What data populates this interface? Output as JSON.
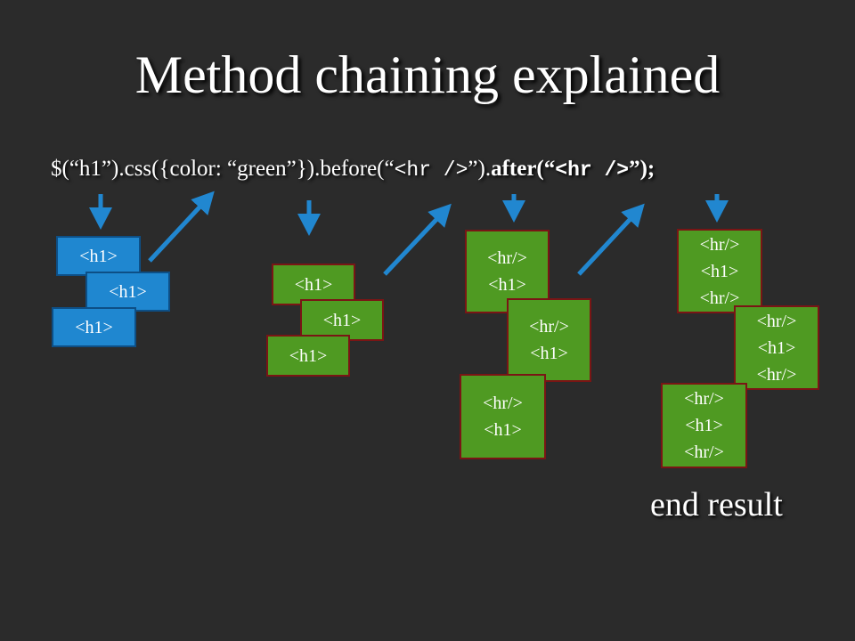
{
  "slide": {
    "title": "Method chaining explained",
    "code": {
      "part1": "$(“h1”).css({color: “green”}).before(“",
      "tag1": "<hr />",
      "part2": "”).",
      "part3": "after(“",
      "tag2": "<hr />",
      "part4": "”);"
    },
    "end_label": "end result"
  },
  "stages": [
    {
      "style": "blue",
      "boxes": [
        [
          "<h1>"
        ],
        [
          "<h1>"
        ],
        [
          "<h1>"
        ]
      ]
    },
    {
      "style": "green",
      "boxes": [
        [
          "<h1>"
        ],
        [
          "<h1>"
        ],
        [
          "<h1>"
        ]
      ]
    },
    {
      "style": "green",
      "boxes": [
        [
          "<hr/>",
          "<h1>"
        ],
        [
          "<hr/>",
          "<h1>"
        ],
        [
          "<hr/>",
          "<h1>"
        ]
      ]
    },
    {
      "style": "green",
      "boxes": [
        [
          "<hr/>",
          "<h1>",
          "<hr/>"
        ],
        [
          "<hr/>",
          "<h1>",
          "<hr/>"
        ],
        [
          "<hr/>",
          "<h1>",
          "<hr/>"
        ]
      ]
    }
  ],
  "colors": {
    "background": "#2b2b2b",
    "blue_box": "#1f87d0",
    "green_box": "#4f9a22",
    "arrow": "#2187d0"
  },
  "icons": [
    "arrow-down-icon",
    "arrow-up-right-icon"
  ]
}
